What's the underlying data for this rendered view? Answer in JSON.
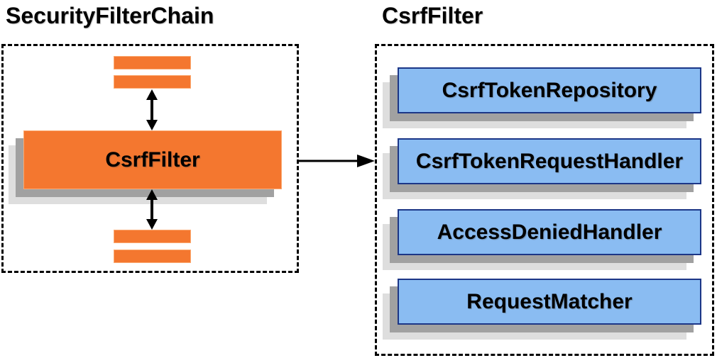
{
  "diagram": {
    "left_panel": {
      "title": "SecurityFilterChain",
      "filter_box_label": "CsrfFilter",
      "placeholder_bar_count_top": 2,
      "placeholder_bar_count_bottom": 2
    },
    "right_panel": {
      "title": "CsrfFilter",
      "components": [
        {
          "label": "CsrfTokenRepository"
        },
        {
          "label": "CsrfTokenRequestHandler"
        },
        {
          "label": "AccessDeniedHandler"
        },
        {
          "label": "RequestMatcher"
        }
      ]
    },
    "icons": {
      "vertical_arrows": "bidirectional-arrow-icon",
      "panel_link_arrow": "flow-arrow-icon"
    },
    "colors": {
      "filter_orange": "#f4772f",
      "filter_orange_border": "#fbaa72",
      "component_blue": "#8abcf2",
      "component_border": "#1c3687",
      "shadow_gray": "#a1a1a1",
      "shadow_light_gray": "#dedede",
      "arrow_black": "#000000",
      "panel_border": "#000000"
    }
  }
}
